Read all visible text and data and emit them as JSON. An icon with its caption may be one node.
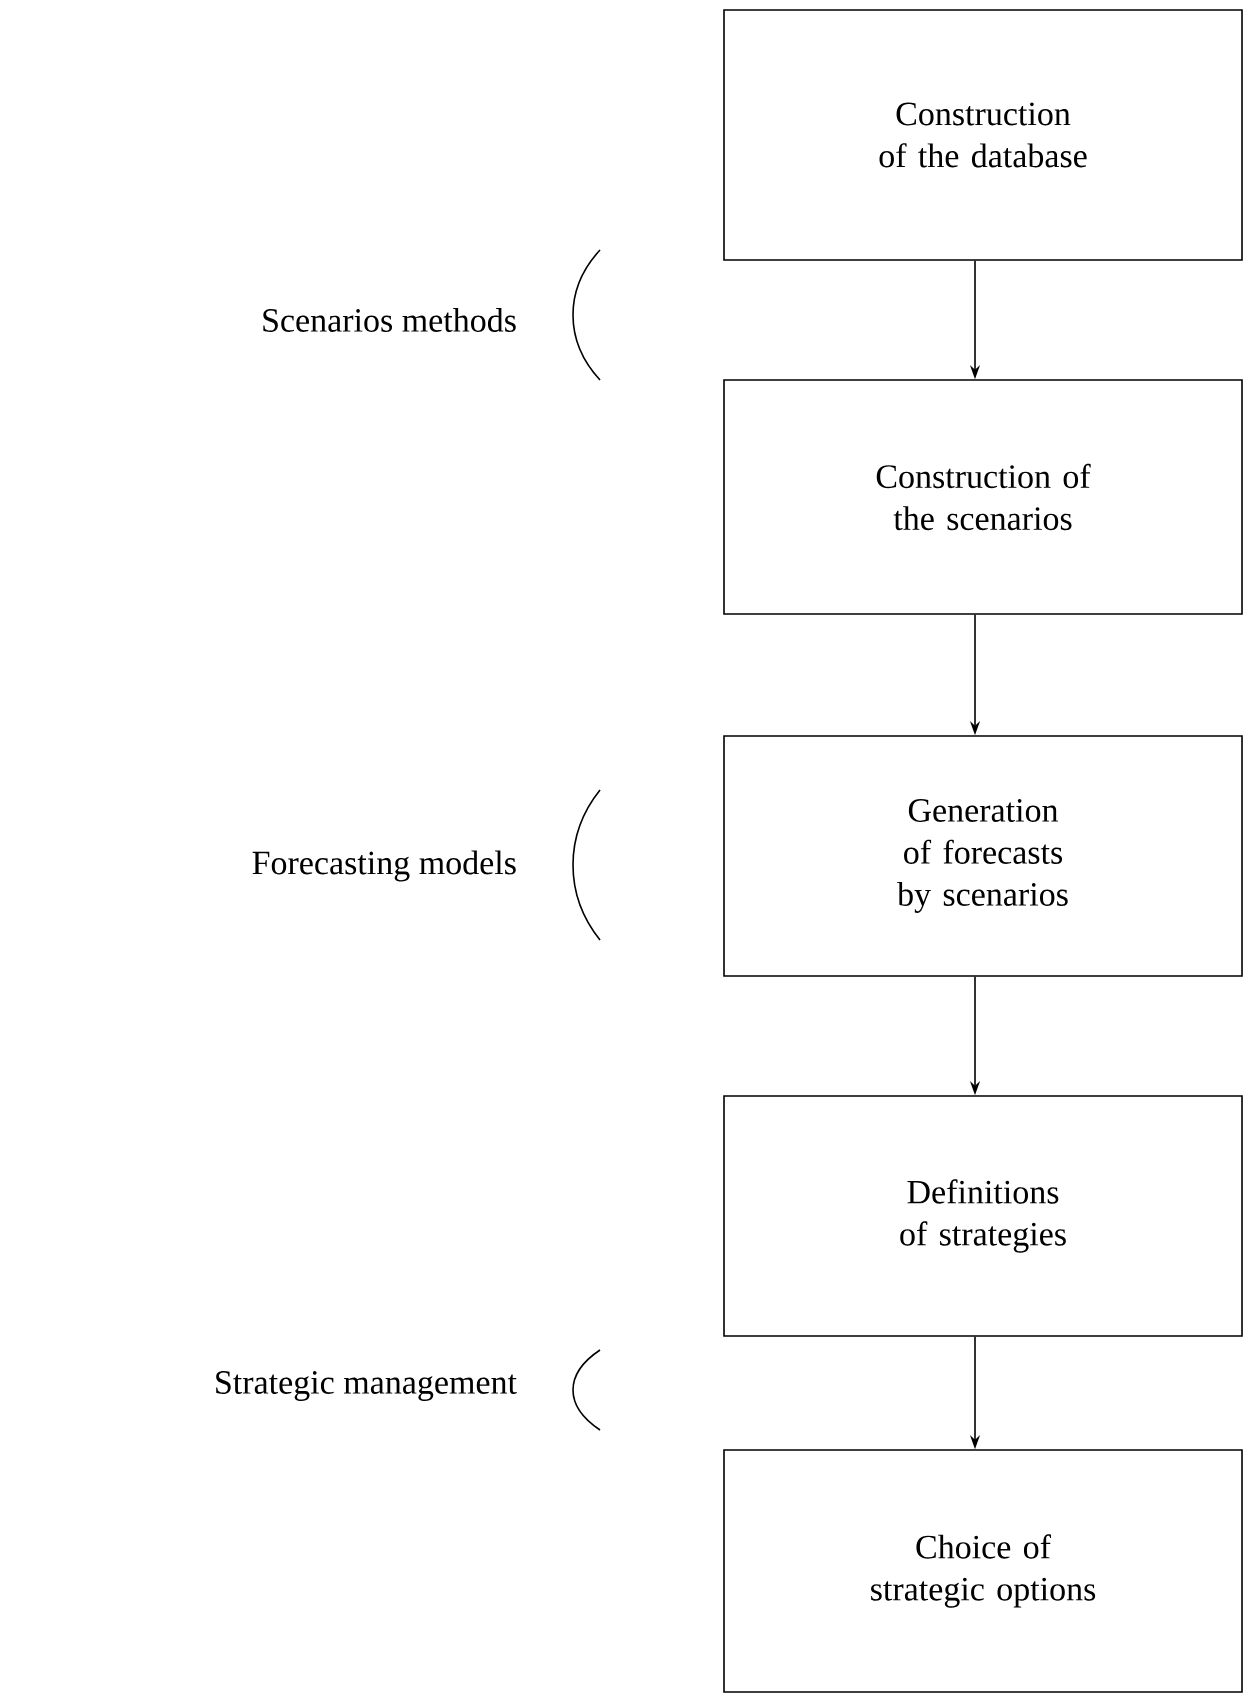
{
  "diagram": {
    "nodes": [
      {
        "text": [
          "Construction of the database"
        ]
      },
      {
        "text": [
          "Construction of the scenarios"
        ]
      },
      {
        "text": [
          "Generation of forecasts by scenarios"
        ]
      },
      {
        "text": [
          "Definitions of strategies"
        ]
      },
      {
        "text": [
          "Choice of strategic options"
        ]
      }
    ],
    "edges": [
      {
        "from": 0,
        "to": 1,
        "arrow": "to"
      },
      {
        "from": 1,
        "to": 2,
        "arrow": "to"
      },
      {
        "from": 2,
        "to": 3,
        "arrow": "to"
      },
      {
        "from": 3,
        "to": 4,
        "arrow": "to"
      }
    ],
    "labels": [
      "Scenarios methods",
      "Forecasting models",
      "Strategic management"
    ]
  }
}
